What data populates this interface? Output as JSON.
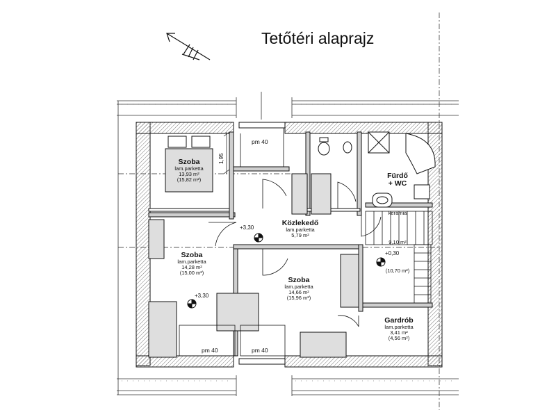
{
  "title": "Tetőtéri alaprajz",
  "rooms": [
    {
      "name": "Szoba",
      "floor": "lam.parketta",
      "area": "13,93 m²",
      "gross": "(15,82 m²)"
    },
    {
      "name": "Közlekedő",
      "floor": "lam.parketta",
      "area": "5,79 m²",
      "gross": ""
    },
    {
      "name": "Fürdő\n+ WC",
      "floor": "kerámia",
      "area": "9,10 m²",
      "gross": "(10,70 m²)"
    },
    {
      "name": "Szoba",
      "floor": "lam.parketta",
      "area": "14,28 m²",
      "gross": "(15,00 m²)"
    },
    {
      "name": "Szoba",
      "floor": "lam.parketta",
      "area": "14,66 m²",
      "gross": "(15,96 m²)"
    },
    {
      "name": "Gardrób",
      "floor": "lam.parketta",
      "area": "3,41 m²",
      "gross": "(4,56 m²)"
    }
  ],
  "window_labels": [
    "pm 40",
    "pm 40",
    "pm 40"
  ],
  "levels": [
    "+3,30",
    "+3,30",
    "+0,30"
  ],
  "dimension": "1,95",
  "colors": {
    "line": "#111111",
    "fill": "#dddddd",
    "wall": "#bbbbbb"
  }
}
